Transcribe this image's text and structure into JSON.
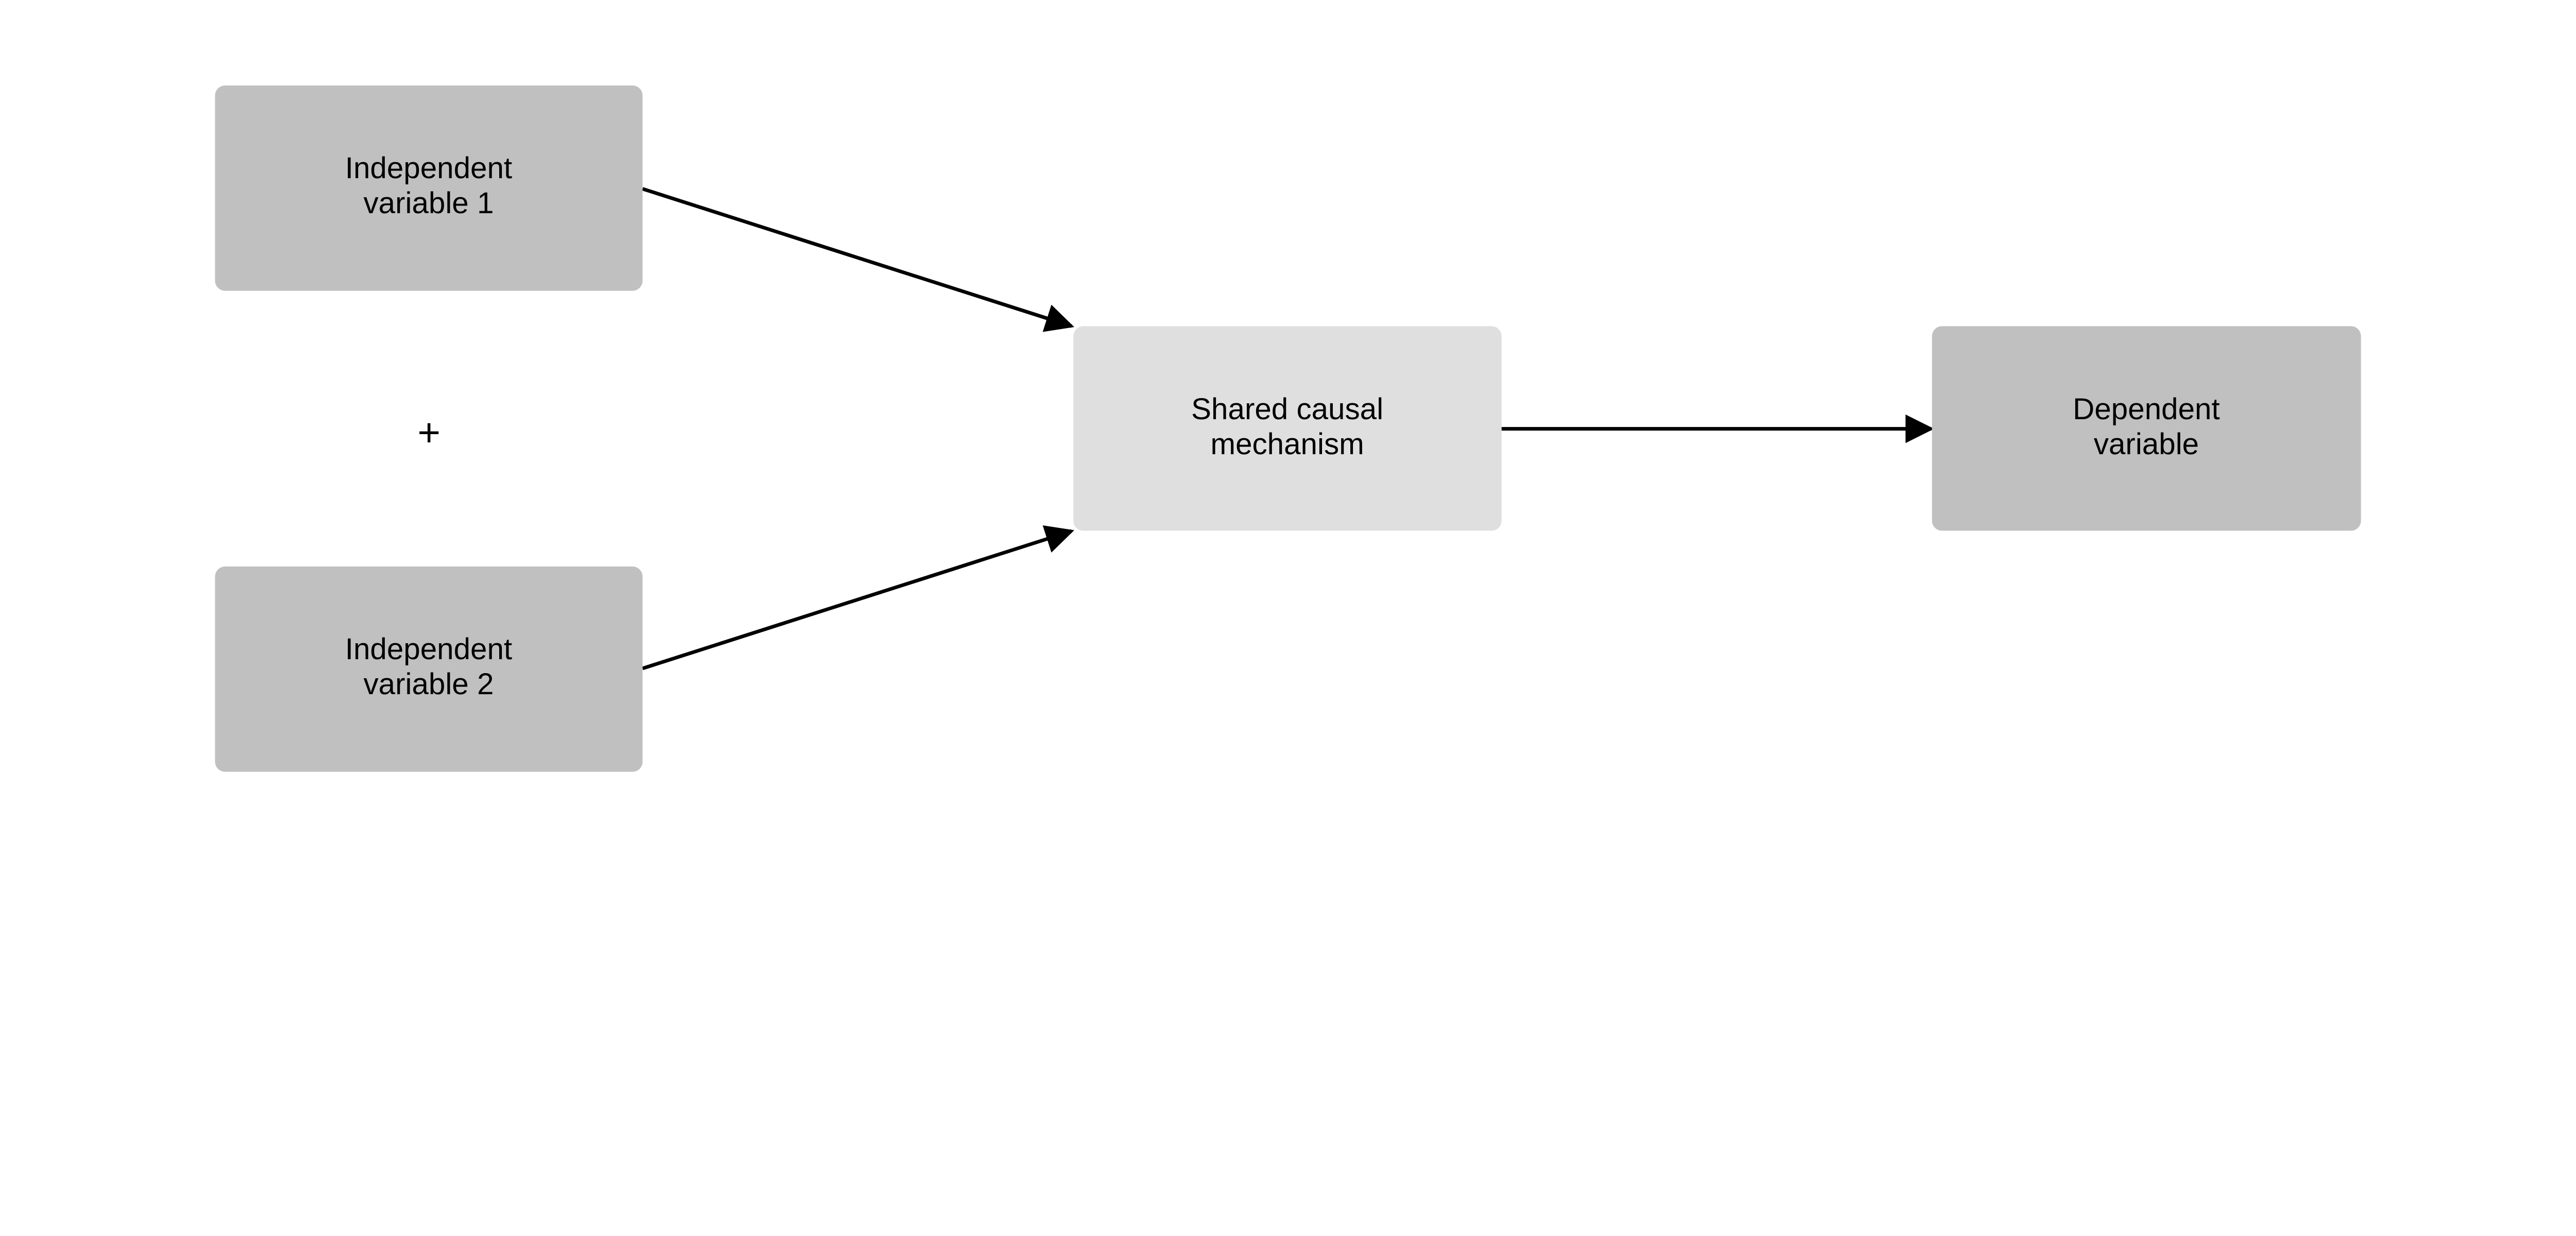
{
  "nodes": [
    {
      "id": "iv1",
      "lines": [
        "Independent",
        "variable 1"
      ],
      "fill": "#c0c0c0"
    },
    {
      "id": "iv2",
      "lines": [
        "Independent",
        "variable 2"
      ],
      "fill": "#c0c0c0"
    },
    {
      "id": "mech",
      "lines": [
        "Shared causal",
        "mechanism"
      ],
      "fill": "#dfdfdf"
    },
    {
      "id": "dv",
      "lines": [
        "Dependent",
        "variable"
      ],
      "fill": "#c0c0c0"
    }
  ],
  "plus_sign": "+",
  "edges": [
    {
      "from": "iv1",
      "to": "mech"
    },
    {
      "from": "iv2",
      "to": "mech"
    },
    {
      "from": "mech",
      "to": "dv"
    }
  ],
  "colors": {
    "edge": "#000000",
    "background": "#ffffff"
  }
}
